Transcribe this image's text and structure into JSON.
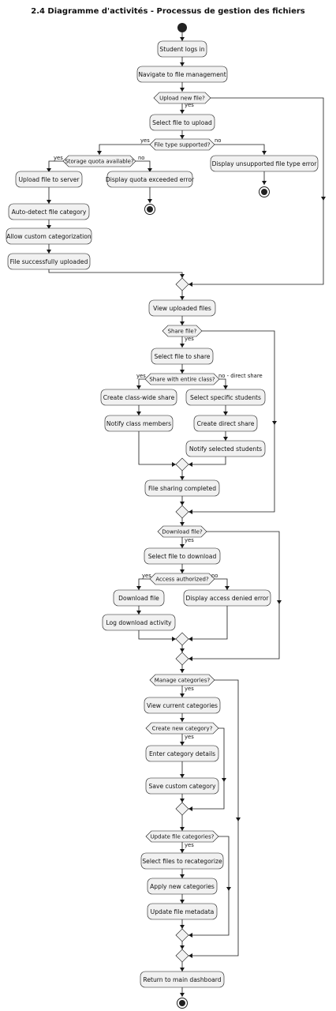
{
  "title": "2.4 Diagramme d'activités - Processus de gestion des fichiers",
  "activities": {
    "login": "Student logs in",
    "navigate": "Navigate to file management",
    "select_upload": "Select file to upload",
    "unsupported": "Display unsupported file type error",
    "upload_server": "Upload file to server",
    "quota_error": "Display quota exceeded error",
    "auto_detect": "Auto-detect file category",
    "custom_cat": "Allow custom categorization",
    "uploaded": "File successfully uploaded",
    "view_uploaded": "View uploaded files",
    "select_share": "Select file to share",
    "class_share": "Create class-wide share",
    "notify_class": "Notify class members",
    "select_students": "Select specific students",
    "direct_share": "Create direct share",
    "notify_students": "Notify selected students",
    "share_done": "File sharing completed",
    "select_download": "Select file to download",
    "download": "Download file",
    "access_denied": "Display access denied error",
    "log_download": "Log download activity",
    "view_categories": "View current categories",
    "enter_details": "Enter category details",
    "save_category": "Save custom category",
    "select_recat": "Select files to recategorize",
    "apply_cat": "Apply new categories",
    "update_meta": "Update file metadata",
    "return": "Return to main dashboard"
  },
  "decisions": {
    "upload_new": "Upload new file?",
    "type_supported": "File type supported?",
    "quota": "Storage quota available?",
    "share": "Share file?",
    "share_class": "Share with entire class?",
    "download": "Download file?",
    "access": "Access authorized?",
    "manage": "Manage categories?",
    "create_cat": "Create new category?",
    "update_cat": "Update file categories?"
  },
  "labels": {
    "yes": "yes",
    "no": "no",
    "no_direct": "no - direct share"
  },
  "colors": {
    "node_fill": "#f1f1f1",
    "stroke": "#181818",
    "start_end": "#222222"
  }
}
